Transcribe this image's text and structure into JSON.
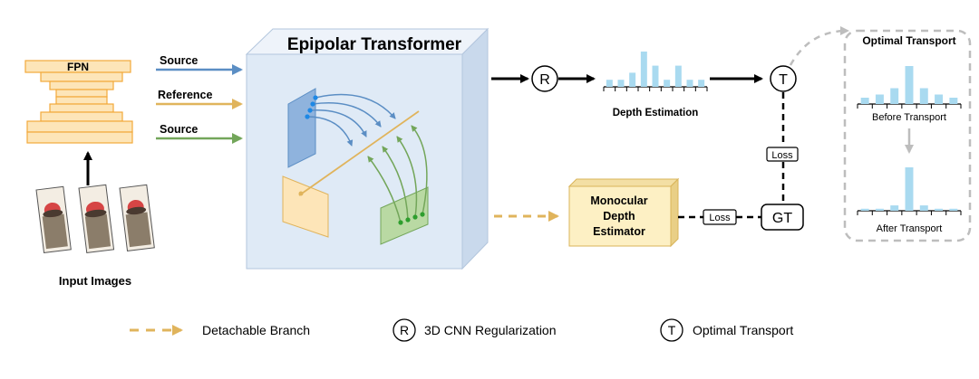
{
  "labels": {
    "fpn": "FPN",
    "input_images": "Input Images",
    "source_top": "Source",
    "reference": "Reference",
    "source_bottom": "Source",
    "epipolar_transformer": "Epipolar Transformer",
    "r_symbol": "R",
    "t_symbol": "T",
    "depth_estimation": "Depth Estimation",
    "optimal_transport_title": "Optimal Transport",
    "before_transport": "Before Transport",
    "after_transport": "After Transport",
    "loss_vertical": "Loss",
    "loss_horizontal": "Loss",
    "gt": "GT",
    "mono_line1": "Monocular",
    "mono_line2": "Depth",
    "mono_line3": "Estimator"
  },
  "legend": {
    "detachable_branch": "Detachable Branch",
    "r_symbol": "R",
    "cnn_regularization": "3D CNN Regularization",
    "t_symbol": "T",
    "optimal_transport": "Optimal Transport"
  },
  "colors": {
    "fpn_fill": "#fde5b8",
    "fpn_stroke": "#f2a93b",
    "source_arrow": "#5b8ec4",
    "reference_arrow": "#e0b45c",
    "source2_arrow": "#73a65a",
    "cube_front": "#dfeaf6",
    "cube_side": "#c9d9ec",
    "histogram_bar": "#a9daf0",
    "mono_fill": "#fdf0c4",
    "mono_stroke": "#d9b45a",
    "dashed_gray": "#bdbdbd"
  },
  "chart_data": [
    {
      "type": "bar",
      "name_hint": "depth-estimation-histogram",
      "values": [
        1,
        1,
        2,
        5,
        3,
        1,
        3,
        1,
        1
      ]
    },
    {
      "type": "bar",
      "name_hint": "before-transport-histogram",
      "values": [
        1,
        1.5,
        2.5,
        6,
        2.5,
        1.5,
        1
      ]
    },
    {
      "type": "bar",
      "name_hint": "after-transport-histogram",
      "values": [
        0.3,
        0.3,
        0.8,
        6.5,
        0.8,
        0.3,
        0.3
      ]
    }
  ]
}
